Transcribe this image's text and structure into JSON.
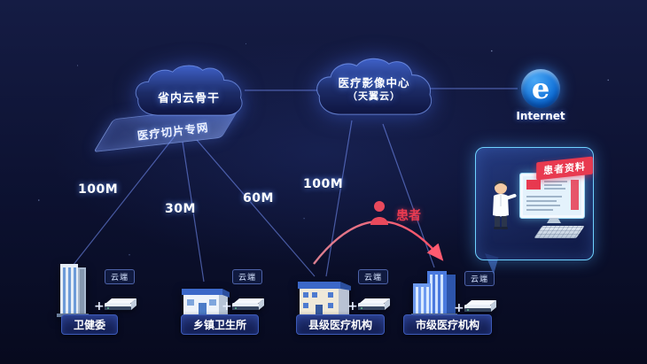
{
  "colors": {
    "bg-top": "#151c44",
    "bg-bottom": "#070a1e",
    "line-blue": "#7a96ff",
    "accent-red": "#e83a50",
    "internet-blue": "#0e6fd8",
    "panel-border": "#6fd2ff"
  },
  "clouds": {
    "provincial": {
      "label": "省内云骨干"
    },
    "imaging": {
      "line1": "医疗影像中心",
      "line2": "（天翼云）"
    }
  },
  "internet": {
    "glyph": "e",
    "label": "Internet"
  },
  "slice_network": {
    "label": "医疗切片专网"
  },
  "bandwidth_labels": [
    "100M",
    "30M",
    "60M",
    "100M"
  ],
  "patient": {
    "label": "患者"
  },
  "plus_sign": "+",
  "sites": [
    {
      "name": "卫健委",
      "device_tag": "云端"
    },
    {
      "name": "乡镇卫生所",
      "device_tag": "云端"
    },
    {
      "name": "县级医疗机构",
      "device_tag": "云端"
    },
    {
      "name": "市级医疗机构",
      "device_tag": "云端"
    }
  ],
  "popup": {
    "tag": "患者资料"
  }
}
